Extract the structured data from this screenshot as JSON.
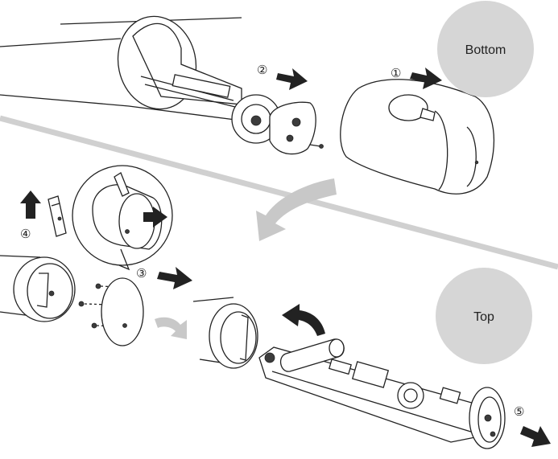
{
  "labels": {
    "bottom": "Bottom",
    "top": "Top"
  },
  "steps": [
    "①",
    "②",
    "③",
    "④",
    "⑤"
  ],
  "colors": {
    "label_circle": "#d6d6d6",
    "divider": "#d0d0d0",
    "curved_arrow": "#c8c8c8",
    "arrow": "#222222"
  }
}
